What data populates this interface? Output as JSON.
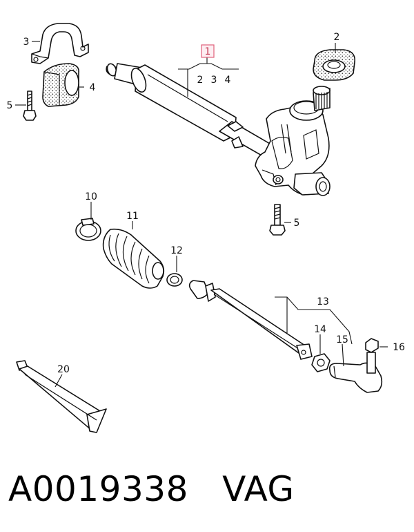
{
  "callouts": {
    "c1": "1",
    "c1_sub": [
      "2",
      "3",
      "4"
    ],
    "c2": "2",
    "c3": "3",
    "c4": "4",
    "c5a": "5",
    "c5b": "5",
    "c10": "10",
    "c11": "11",
    "c12": "12",
    "c13": "13",
    "c14": "14",
    "c15": "15",
    "c16": "16",
    "c20": "20"
  },
  "colors": {
    "highlight_box": "#e0607a"
  },
  "footer": {
    "part_number": "A0019338",
    "brand": "VAG"
  }
}
